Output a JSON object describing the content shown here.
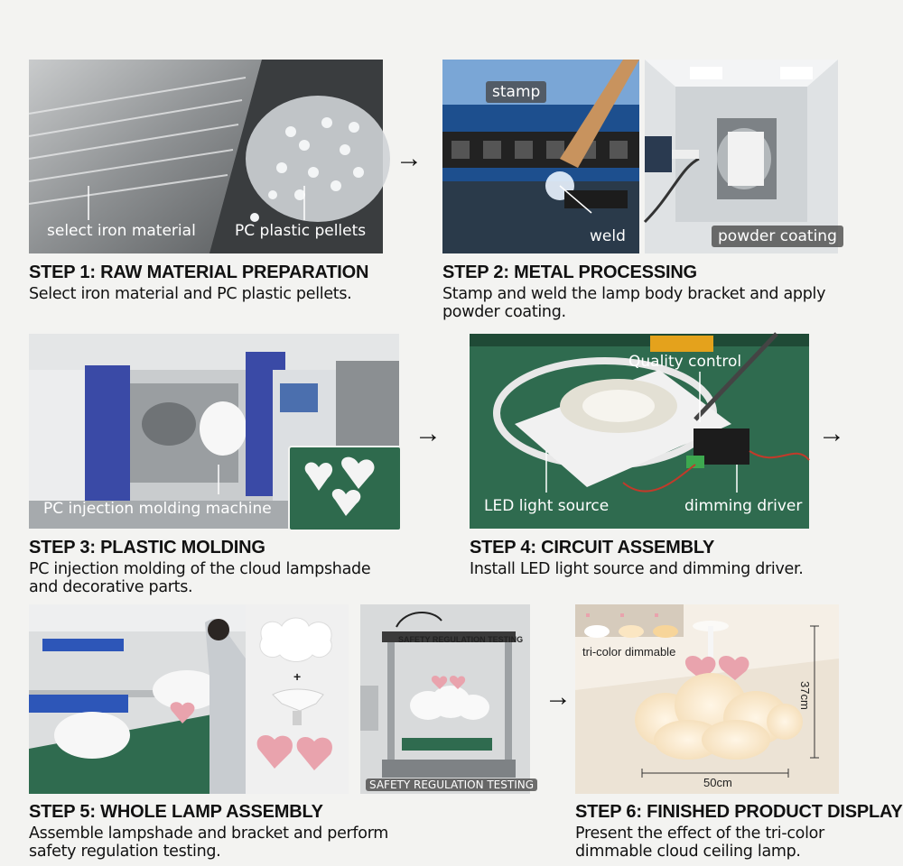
{
  "steps": [
    {
      "title": "STEP 1: RAW MATERIAL PREPARATION",
      "desc": "Select iron material and PC plastic pellets."
    },
    {
      "title": "STEP 2: METAL PROCESSING",
      "desc": "Stamp and weld the lamp body bracket and apply powder coating."
    },
    {
      "title": "STEP 3: PLASTIC MOLDING",
      "desc": "PC injection molding of the cloud lampshade and decorative parts."
    },
    {
      "title": "STEP 4: CIRCUIT ASSEMBLY",
      "desc": "Install LED light source and dimming driver."
    },
    {
      "title": "STEP 5: WHOLE LAMP ASSEMBLY",
      "desc": "Assemble lampshade and bracket and perform safety regulation testing."
    },
    {
      "title": "STEP 6: FINISHED PRODUCT DISPLAY",
      "desc": "Present the effect of the tri-color dimmable cloud ceiling lamp."
    }
  ],
  "labels": {
    "iron": "select iron material",
    "pellets": "PC plastic pellets",
    "stamp": "stamp",
    "weld": "weld",
    "powder": "powder coating",
    "molding": "PC injection molding machine",
    "qc": "Quality control",
    "led": "LED light source",
    "driver": "dimming driver",
    "plus": "+",
    "safety_top": "SAFETY REGULATION TESTING",
    "safety_bottom": "SAFETY REGULATION TESTING",
    "tricolor": "tri-color dimmable",
    "height": "37cm",
    "width": "50cm"
  },
  "arrows": {
    "symbol": "→"
  },
  "colors": {
    "accent_green": "#2f6b4f",
    "heart_pink": "#e9a3ad"
  }
}
